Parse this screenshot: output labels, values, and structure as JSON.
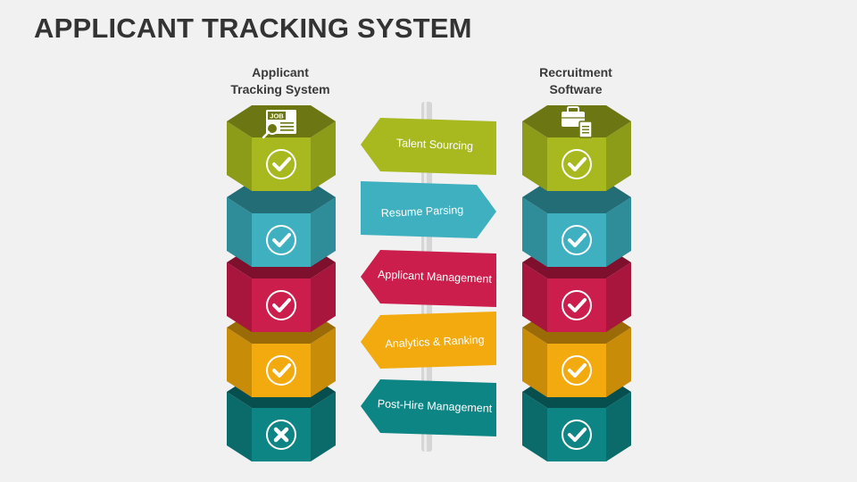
{
  "title": "APPLICANT TRACKING SYSTEM",
  "columns": {
    "left": {
      "header_line1": "Applicant",
      "header_line2": "Tracking System",
      "icon": "job-search-icon",
      "icon_text": "JOB",
      "marks": [
        "check",
        "check",
        "check",
        "check",
        "cross"
      ]
    },
    "right": {
      "header_line1": "Recruitment",
      "header_line2": "Software",
      "icon": "briefcase-clipboard-icon",
      "marks": [
        "check",
        "check",
        "check",
        "check",
        "check"
      ]
    }
  },
  "signs": [
    {
      "label": "Talent Sourcing",
      "direction": "left",
      "color": "#a7b91f"
    },
    {
      "label": "Resume Parsing",
      "direction": "right",
      "color": "#3fb0c0"
    },
    {
      "label": "Applicant Management",
      "direction": "left",
      "color": "#cc1e4c"
    },
    {
      "label": "Analytics & Ranking",
      "direction": "left",
      "color": "#f2aa0e"
    },
    {
      "label": "Post-Hire Management",
      "direction": "left",
      "color": "#0e8585"
    }
  ],
  "tier_colors": [
    {
      "front": "#a7b91f",
      "side": "#8c9b18",
      "top": "#6c7612"
    },
    {
      "front": "#3fb0c0",
      "side": "#2f8c99",
      "top": "#236d77"
    },
    {
      "front": "#cc1e4c",
      "side": "#a8163d",
      "top": "#7e0f2d"
    },
    {
      "front": "#f2aa0e",
      "side": "#c98c08",
      "top": "#9a6b06"
    },
    {
      "front": "#0e8585",
      "side": "#0b6b6b",
      "top": "#074f4f"
    }
  ],
  "pole_color": "#d6d6d6"
}
